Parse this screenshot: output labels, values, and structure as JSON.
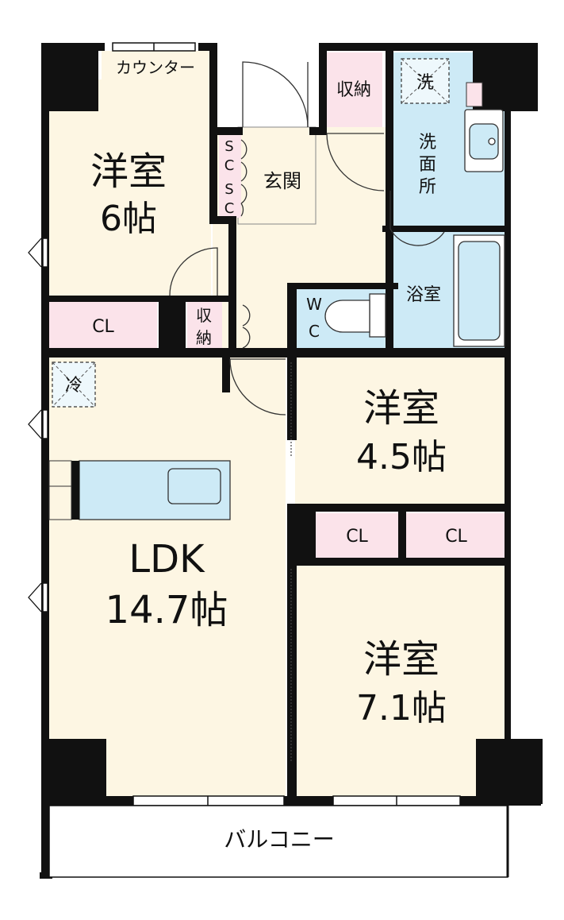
{
  "floorplan": {
    "colors": {
      "wall": "#111111",
      "room_floor": "#fdf6e3",
      "closet": "#fbe3ea",
      "wet_area": "#cdeaf6",
      "balcony": "#ffffff"
    },
    "rooms": {
      "western_6": {
        "name": "洋室",
        "size": "6帖"
      },
      "western_4_5": {
        "name": "洋室",
        "size": "4.5帖"
      },
      "western_7_1": {
        "name": "洋室",
        "size": "7.1帖"
      },
      "ldk": {
        "name": "LDK",
        "size": "14.7帖"
      },
      "entrance": "玄関",
      "washroom": "洗面所",
      "bathroom": "浴室",
      "wc_w": "W",
      "wc_c": "C",
      "balcony": "バルコニー"
    },
    "labels": {
      "counter": "カウンター",
      "storage_top_1": "収",
      "storage_top_2": "納",
      "storage_top": "収納",
      "storage_small_1": "収",
      "storage_small_2": "納",
      "shoe_closet_s1": "S",
      "shoe_closet_c1": "C",
      "shoe_closet_s2": "S",
      "shoe_closet_c2": "C",
      "closet_a": "CL",
      "closet_b": "CL",
      "closet_c": "CL",
      "washer": "洗",
      "fridge": "冷"
    },
    "icons": [
      "washbasin-icon",
      "toilet-icon",
      "bathtub-icon",
      "kitchen-counter-icon",
      "door-swing-icon",
      "window-icon"
    ]
  }
}
